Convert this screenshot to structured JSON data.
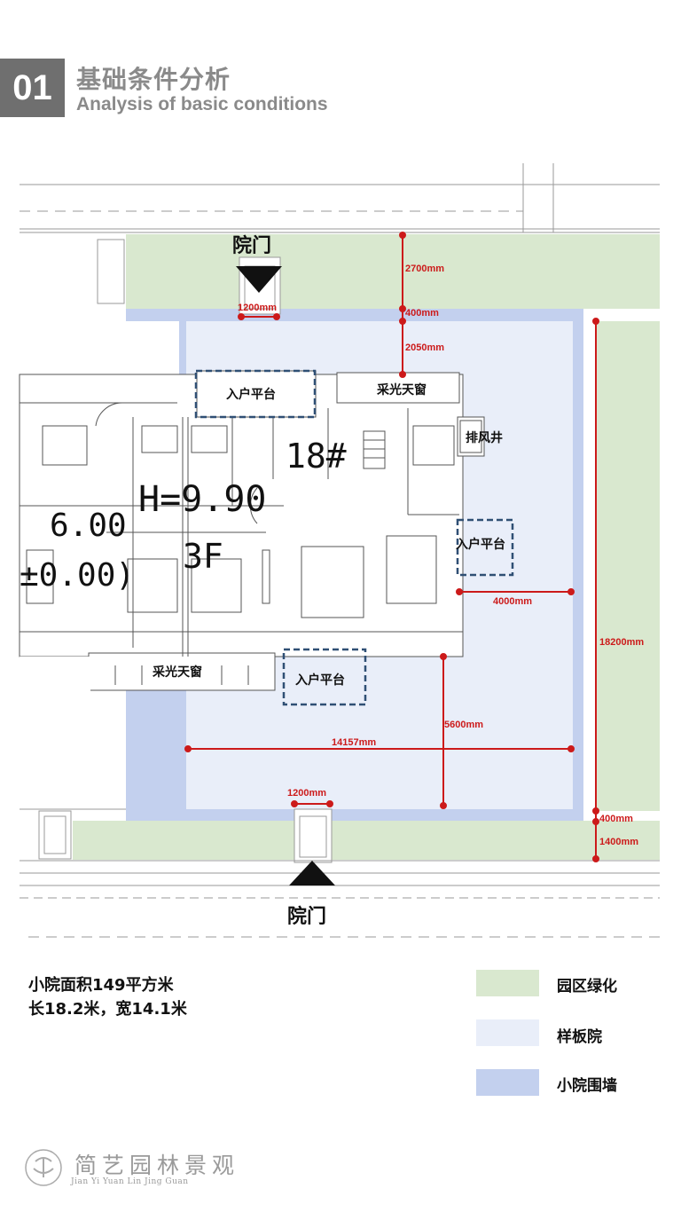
{
  "header": {
    "number": "01",
    "title_cn": "基础条件分析",
    "title_en": "Analysis of basic conditions"
  },
  "plan": {
    "gate_top": "院门",
    "gate_bottom": "院门",
    "dims": {
      "top_gate_width": "1200mm",
      "top_green_depth": "2700mm",
      "top_wall": "400mm",
      "top_to_window": "2050mm",
      "right_platform": "4000mm",
      "total_length": "18200mm",
      "bottom_platform": "5600mm",
      "total_width": "14157mm",
      "bottom_gate_width": "1200mm",
      "bottom_wall": "400mm",
      "bottom_green_depth": "1400mm"
    },
    "rooms": {
      "entry_platform_top": "入户平台",
      "entry_platform_right": "入户平台",
      "entry_platform_bottom": "入户平台",
      "skylight_top": "采光天窗",
      "skylight_bottom": "采光天窗",
      "exhaust_shaft": "排风井"
    },
    "marks": {
      "building_no": "18#",
      "height": "H=9.90",
      "floor": "3F",
      "level_a": "6.00",
      "level_b": "±0.00)"
    }
  },
  "summary": {
    "line1": "小院面积149平方米",
    "line2": "长18.2米，宽14.1米"
  },
  "legend": [
    {
      "label": "园区绿化",
      "color": "#d9e8cf"
    },
    {
      "label": "样板院",
      "color": "#e9eef9"
    },
    {
      "label": "小院围墙",
      "color": "#c3d0ee"
    }
  ],
  "logo": {
    "name_cn": "简艺园林景观",
    "name_en": "Jian Yi Yuan Lin Jing Guan"
  },
  "colors": {
    "green": "#d9e8cf",
    "yard": "#e9eef9",
    "wall": "#c3d0ee",
    "dimension": "#cc1a1a",
    "platform_outline": "#2f4f74"
  }
}
